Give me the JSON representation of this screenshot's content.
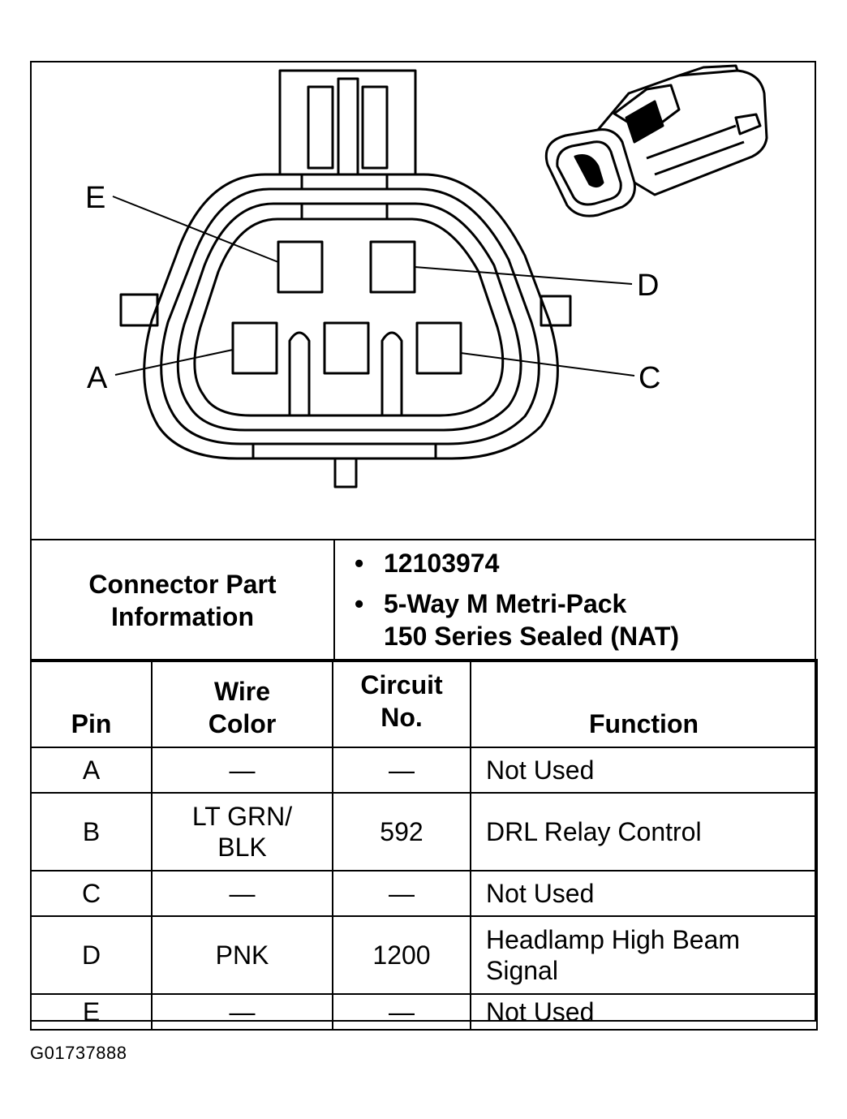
{
  "pin_labels": {
    "e": "E",
    "d": "D",
    "a": "A",
    "c": "C"
  },
  "connector_info": {
    "label_line1": "Connector Part",
    "label_line2": "Information",
    "items": [
      {
        "lines": [
          "12103974"
        ]
      },
      {
        "lines": [
          "5-Way M Metri-Pack",
          "150 Series Sealed (NAT)"
        ]
      }
    ]
  },
  "table": {
    "headers": {
      "pin": "Pin",
      "wire_line1": "Wire",
      "wire_line2": "Color",
      "circuit_line1": "Circuit",
      "circuit_line2": "No.",
      "function": "Function"
    },
    "rows": [
      {
        "pin": "A",
        "wire1": "—",
        "wire2": "",
        "circuit": "—",
        "func1": "Not Used",
        "func2": ""
      },
      {
        "pin": "B",
        "wire1": "LT GRN/",
        "wire2": "BLK",
        "circuit": "592",
        "func1": "DRL Relay Control",
        "func2": ""
      },
      {
        "pin": "C",
        "wire1": "—",
        "wire2": "",
        "circuit": "—",
        "func1": "Not Used",
        "func2": ""
      },
      {
        "pin": "D",
        "wire1": "PNK",
        "wire2": "",
        "circuit": "1200",
        "func1": "Headlamp High Beam",
        "func2": "Signal"
      },
      {
        "pin": "E",
        "wire1": "—",
        "wire2": "",
        "circuit": "—",
        "func1": "Not Used",
        "func2": ""
      }
    ]
  },
  "figure_id": "G01737888"
}
